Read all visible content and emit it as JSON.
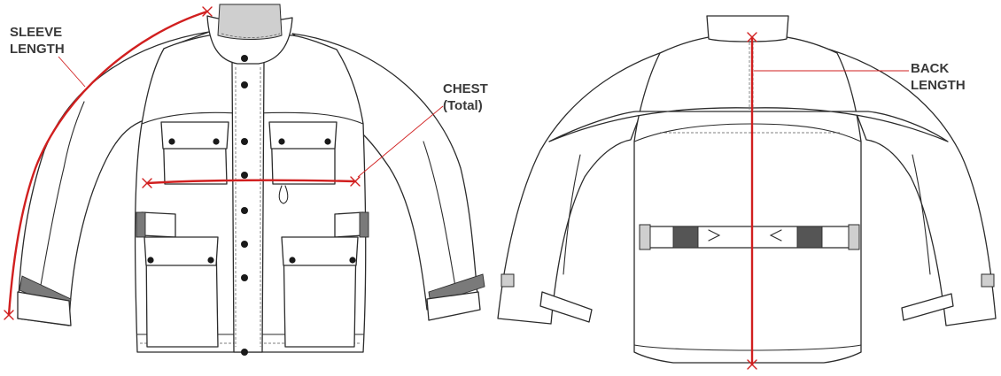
{
  "labels": {
    "sleeve_line1": "SLEEVE",
    "sleeve_line2": "LENGTH",
    "chest_line1": "CHEST",
    "chest_line2": "(Total)",
    "back_line1": "BACK",
    "back_line2": "LENGTH"
  },
  "colors": {
    "measure": "#d11f1f",
    "outline": "#2b2b2b",
    "label_text": "#3a3a3a",
    "panel_dark": "#555555",
    "panel_light": "#cfcfcf"
  }
}
